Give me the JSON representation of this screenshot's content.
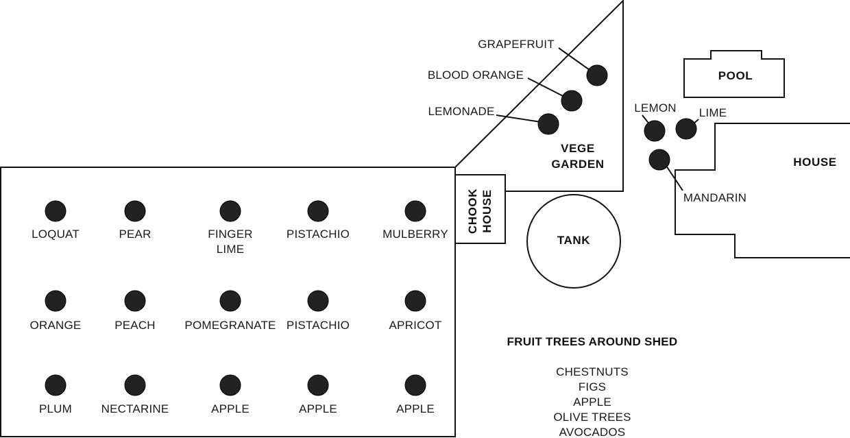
{
  "orchard": {
    "rows": [
      [
        {
          "line1": "LOQUAT",
          "line2": ""
        },
        {
          "line1": "PEAR",
          "line2": ""
        },
        {
          "line1": "FINGER",
          "line2": "LIME"
        },
        {
          "line1": "PISTACHIO",
          "line2": ""
        },
        {
          "line1": "MULBERRY",
          "line2": ""
        }
      ],
      [
        {
          "line1": "ORANGE",
          "line2": ""
        },
        {
          "line1": "PEACH",
          "line2": ""
        },
        {
          "line1": "POMEGRANATE",
          "line2": ""
        },
        {
          "line1": "PISTACHIO",
          "line2": ""
        },
        {
          "line1": "APRICOT",
          "line2": ""
        }
      ],
      [
        {
          "line1": "PLUM",
          "line2": ""
        },
        {
          "line1": "NECTARINE",
          "line2": ""
        },
        {
          "line1": "APPLE",
          "line2": ""
        },
        {
          "line1": "APPLE",
          "line2": ""
        },
        {
          "line1": "APPLE",
          "line2": ""
        }
      ]
    ]
  },
  "chook_house": {
    "line1": "CHOOK",
    "line2": "HOUSE"
  },
  "vege_garden": {
    "line1": "VEGE",
    "line2": "GARDEN",
    "trees": [
      "GRAPEFRUIT",
      "BLOOD ORANGE",
      "LEMONADE"
    ]
  },
  "tank": {
    "label": "TANK"
  },
  "pool": {
    "label": "POOL"
  },
  "house": {
    "label": "HOUSE"
  },
  "citrus": {
    "lemon": "LEMON",
    "lime": "LIME",
    "mandarin": "MANDARIN"
  },
  "shed": {
    "title": "FRUIT TREES AROUND SHED",
    "items": [
      "CHESTNUTS",
      "FIGS",
      "APPLE",
      "OLIVE TREES",
      "AVOCADOS"
    ]
  },
  "colors": {
    "ink": "#111111",
    "tree_fill": "#222222",
    "background": "#ffffff"
  }
}
